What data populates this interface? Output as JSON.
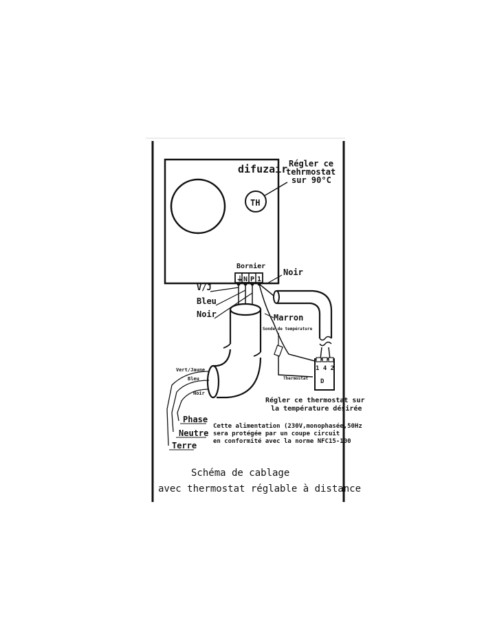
{
  "heater": {
    "brand": "difuzair",
    "thermostat_badge": "TH",
    "note_lines": [
      "Régler ce",
      "tehrmostat",
      "sur 90°C"
    ]
  },
  "terminal_block": {
    "label": "Bornier",
    "terminals": [
      "⏚",
      "N",
      "P",
      "1"
    ]
  },
  "wire_labels": {
    "vj": "V/J",
    "bleu": "Bleu",
    "noir_left": "Noir",
    "noir_top": "Noir",
    "marron": "Marron"
  },
  "probe": {
    "label": "Sonde de température"
  },
  "remote_thermostat": {
    "label": "Thermostat",
    "terminals": "1 4 2",
    "knob": "D",
    "note_lines": [
      "Régler ce thermostat sur",
      "la température désirée"
    ]
  },
  "supply_cable": {
    "wire_labels": [
      "Vert/Jaune",
      "Bleu",
      "Noir"
    ],
    "conductor_labels": [
      "Phase",
      "Neutre",
      "Terre"
    ]
  },
  "supply_note_lines": [
    "Cette alimentation (230V,monophasée,50Hz",
    "sera protégée par un coupe circuit",
    "en conformité avec la norme NFC15-100"
  ],
  "caption": {
    "line1": "Schéma de cablage",
    "line2": "avec thermostat réglable à distance"
  }
}
